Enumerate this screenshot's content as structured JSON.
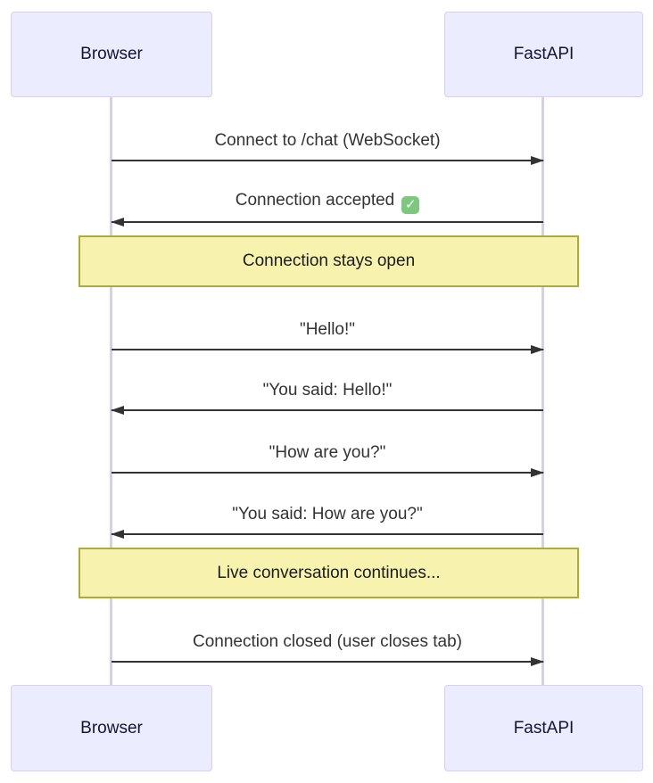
{
  "diagram_type": "sequence",
  "colors": {
    "actor_fill": "#ececff",
    "actor_border": "#d5d0ec",
    "lifeline": "#d5cfe8",
    "note_fill": "#f7f2ad",
    "note_border": "#abab44",
    "arrow": "#333333",
    "text": "#333333",
    "check_bg": "#7dc87e"
  },
  "actors": {
    "left": {
      "label": "Browser"
    },
    "right": {
      "label": "FastAPI"
    }
  },
  "messages": [
    {
      "from": "Browser",
      "to": "FastAPI",
      "direction": "right",
      "label": "Connect to /chat (WebSocket)"
    },
    {
      "from": "FastAPI",
      "to": "Browser",
      "direction": "left",
      "label": "Connection accepted",
      "icon": "check-emoji",
      "icon_glyph": "✓"
    },
    {
      "from": "Browser",
      "to": "FastAPI",
      "direction": "right",
      "label": "\"Hello!\""
    },
    {
      "from": "FastAPI",
      "to": "Browser",
      "direction": "left",
      "label": "\"You said: Hello!\""
    },
    {
      "from": "Browser",
      "to": "FastAPI",
      "direction": "right",
      "label": "\"How are you?\""
    },
    {
      "from": "FastAPI",
      "to": "Browser",
      "direction": "left",
      "label": "\"You said: How are you?\""
    },
    {
      "from": "Browser",
      "to": "FastAPI",
      "direction": "right",
      "label": "Connection closed (user closes tab)"
    }
  ],
  "notes": [
    {
      "over": "Browser,FastAPI",
      "text": "Connection stays open"
    },
    {
      "over": "Browser,FastAPI",
      "text": "Live conversation continues..."
    }
  ]
}
